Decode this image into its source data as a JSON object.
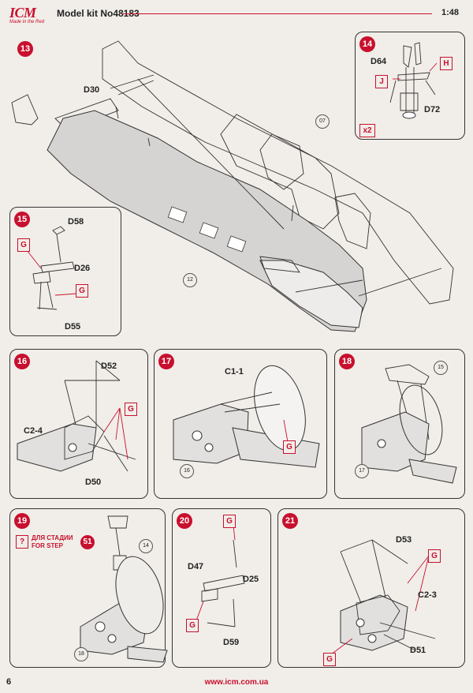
{
  "header": {
    "logo": "ICM",
    "logo_tagline": "Made in the Red",
    "kit_label": "Model kit No48183",
    "scale": "1:48"
  },
  "steps": {
    "s13": {
      "number": "13",
      "parts": [
        "D30"
      ],
      "refs": [
        "07",
        "12"
      ]
    },
    "s14": {
      "number": "14",
      "parts": [
        "D64",
        "D72"
      ],
      "tags": [
        "H",
        "J"
      ],
      "multiplier": "x2"
    },
    "s15": {
      "number": "15",
      "parts": [
        "D58",
        "D26",
        "D55"
      ],
      "tags": [
        "G",
        "G"
      ]
    },
    "s16": {
      "number": "16",
      "parts": [
        "D52",
        "C2-4",
        "D50"
      ],
      "tags": [
        "G"
      ]
    },
    "s17": {
      "number": "17",
      "parts": [
        "C1-1"
      ],
      "tags": [
        "G"
      ],
      "refs": [
        "16"
      ]
    },
    "s18": {
      "number": "18",
      "refs": [
        "15",
        "17"
      ]
    },
    "s19": {
      "number": "19",
      "note_icon": "?",
      "note_line1": "ДЛЯ СТАДИИ",
      "note_line2": "FOR STEP",
      "note_step": "51",
      "refs": [
        "14",
        "18"
      ]
    },
    "s20": {
      "number": "20",
      "parts": [
        "D47",
        "D25",
        "D59"
      ],
      "tags": [
        "G",
        "G"
      ]
    },
    "s21": {
      "number": "21",
      "parts": [
        "D53",
        "C2-3",
        "D51"
      ],
      "tags": [
        "G",
        "G"
      ]
    }
  },
  "footer": {
    "page_number": "6",
    "url": "www.icm.com.ua"
  }
}
